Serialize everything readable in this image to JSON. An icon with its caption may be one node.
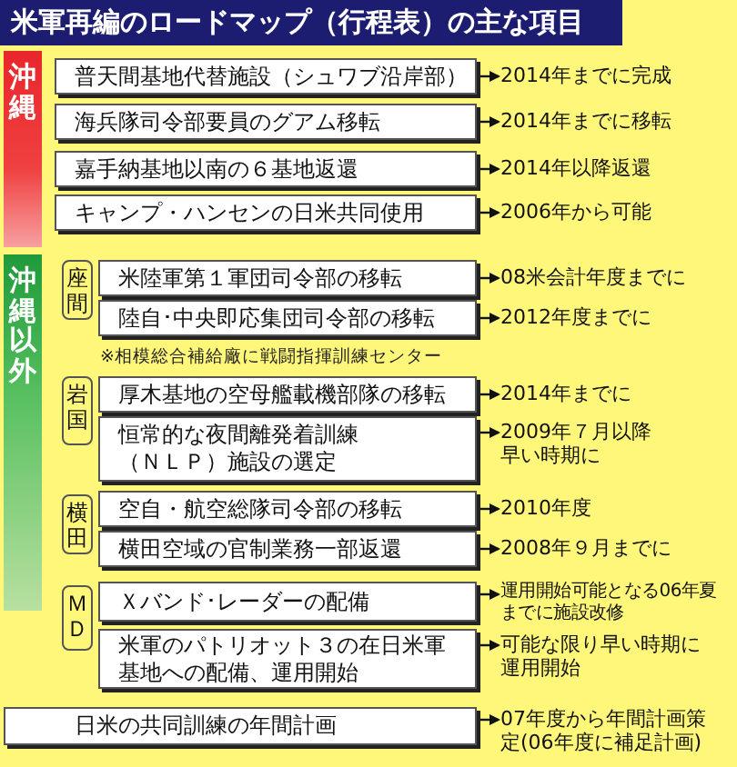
{
  "diagram": {
    "title": "米軍再編のロードマップ（行程表）の主な項目",
    "nodes": [
      {
        "text": [
          "沖縄"
        ]
      },
      {
        "text": [
          "普天間基地代替施設（シュワブ沿岸部）"
        ]
      },
      {
        "text": [
          "2014年までに完成"
        ]
      },
      {
        "text": [
          "海兵隊司令部要員のグアム移転"
        ]
      },
      {
        "text": [
          "2014年までに移転"
        ]
      },
      {
        "text": [
          "嘉手納基地以南の６基地返還"
        ]
      },
      {
        "text": [
          "2014年以降返還"
        ]
      },
      {
        "text": [
          "キャンプ・ハンセンの日米共同使用"
        ]
      },
      {
        "text": [
          "2006年から可能"
        ]
      },
      {
        "text": [
          "沖縄以外"
        ]
      },
      {
        "text": [
          "座間"
        ]
      },
      {
        "text": [
          "米陸軍第１軍団司令部の移転"
        ]
      },
      {
        "text": [
          "08米会計年度までに"
        ]
      },
      {
        "text": [
          "陸自･中央即応集団司令部の移転"
        ]
      },
      {
        "text": [
          "2012年度までに"
        ]
      },
      {
        "text": [
          "岩国"
        ]
      },
      {
        "text": [
          "厚木基地の空母艦載機部隊の移転"
        ]
      },
      {
        "text": [
          "2014年までに"
        ]
      },
      {
        "text": [
          "恒常的な夜間離発着訓練（ＮＬＰ）施設の選定"
        ]
      },
      {
        "text": [
          "2009年７月以降早い時期に"
        ]
      },
      {
        "text": [
          "横田"
        ]
      },
      {
        "text": [
          "空自・航空総隊司令部の移転"
        ]
      },
      {
        "text": [
          "2010年度"
        ]
      },
      {
        "text": [
          "横田空域の官制業務一部返還"
        ]
      },
      {
        "text": [
          "2008年９月までに"
        ]
      },
      {
        "text": [
          "ＭＤ"
        ]
      },
      {
        "text": [
          "Ｘバンド･レーダーの配備"
        ]
      },
      {
        "text": [
          "運用開始可能となる06年夏までに施設改修"
        ]
      },
      {
        "text": [
          "米軍のパトリオット３の在日米軍基地への配備、運用開始"
        ]
      },
      {
        "text": [
          "可能な限り早い時期に運用開始"
        ]
      },
      {
        "text": [
          "日米の共同訓練の年間計画"
        ]
      },
      {
        "text": [
          "07年度から年間計画策定(06年度に補足計画)"
        ]
      }
    ],
    "edges": [
      {
        "from": 1,
        "to": 2,
        "arrow": "to"
      },
      {
        "from": 3,
        "to": 4,
        "arrow": "to"
      },
      {
        "from": 5,
        "to": 6,
        "arrow": "to"
      },
      {
        "from": 7,
        "to": 8,
        "arrow": "to"
      },
      {
        "from": 11,
        "to": 12,
        "arrow": "to"
      },
      {
        "from": 13,
        "to": 14,
        "arrow": "to"
      },
      {
        "from": 16,
        "to": 17,
        "arrow": "to"
      },
      {
        "from": 18,
        "to": 19,
        "arrow": "to"
      },
      {
        "from": 21,
        "to": 22,
        "arrow": "to"
      },
      {
        "from": 23,
        "to": 24,
        "arrow": "to"
      },
      {
        "from": 26,
        "to": 27,
        "arrow": "to"
      },
      {
        "from": 28,
        "to": 29,
        "arrow": "to"
      },
      {
        "from": 30,
        "to": 31,
        "arrow": "to"
      }
    ],
    "labels": [
      "※相模総合補給廠に戦闘指揮訓練センター"
    ]
  }
}
